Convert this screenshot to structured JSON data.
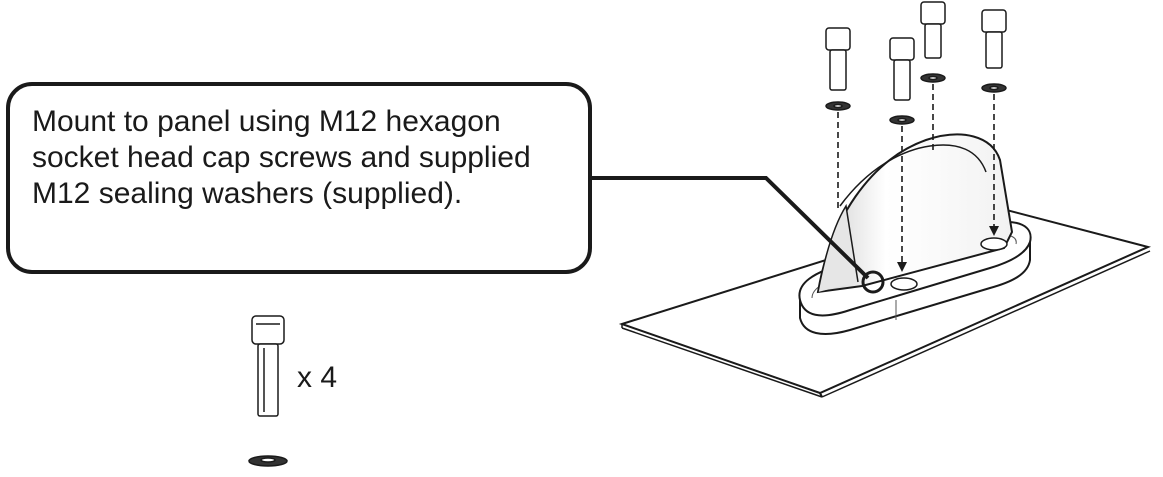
{
  "callout": {
    "text": "Mount to panel using M12 hexagon socket head cap screws and supplied M12 sealing washers (supplied)."
  },
  "quantity": {
    "label": "x 4"
  },
  "illustration": {
    "parts": [
      "panel",
      "antenna-housing",
      "cap-screw",
      "sealing-washer"
    ],
    "screw_count": 4,
    "line_color": "#1a1a1a",
    "fill_color": "#ffffff"
  }
}
